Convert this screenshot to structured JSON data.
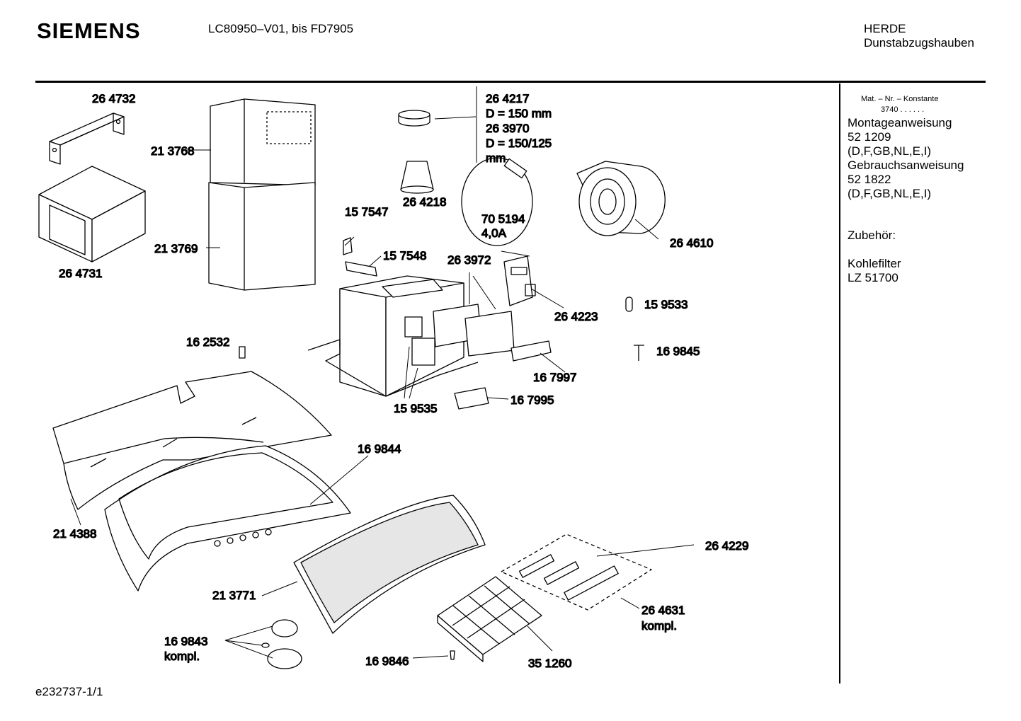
{
  "header": {
    "brand": "SIEMENS",
    "model": "LC80950–V01, bis FD7905",
    "category_line1": "HERDE",
    "category_line2": "Dunstabzugshauben"
  },
  "sidebar": {
    "mat_label": "Mat. – Nr. – Konstante",
    "mat_value": "3740 . .  . . . .",
    "lines": [
      "Montageanweisung",
      "52 1209",
      "(D,F,GB,NL,E,I)",
      "Gebrauchsanweisung",
      "52 1822",
      "(D,F,GB,NL,E,I)"
    ],
    "accessory_title": "Zubehör:",
    "accessory_lines": [
      "Kohlefilter",
      "LZ 51700"
    ]
  },
  "parts": {
    "p264732": "26 4732",
    "p264731": "26 4731",
    "p213768": "21 3768",
    "p213769": "21 3769",
    "p264217": "26 4217",
    "p264217_d": "D = 150 mm",
    "p263970": "26 3970",
    "p263970_d": "D = 150/125",
    "p263970_u": "mm",
    "p264218": "26 4218",
    "p157547": "15 7547",
    "p157548": "15 7548",
    "p705194": "70 5194",
    "p705194_a": "4,0A",
    "p263972": "26 3972",
    "p264610": "26 4610",
    "p264223": "26 4223",
    "p159533": "15 9533",
    "p162532": "16 2532",
    "p169845": "16 9845",
    "p167997": "16 7997",
    "p167995": "16 7995",
    "p159535": "15 9535",
    "p169844": "16 9844",
    "p214388": "21 4388",
    "p264229": "26 4229",
    "p213771": "21 3771",
    "p264631": "26 4631",
    "p264631_k": "kompl.",
    "p169843": "16 9843",
    "p169843_k": "kompl.",
    "p169846": "16 9846",
    "p351260": "35 1260"
  },
  "footer": {
    "code": "e232737-1/1"
  }
}
